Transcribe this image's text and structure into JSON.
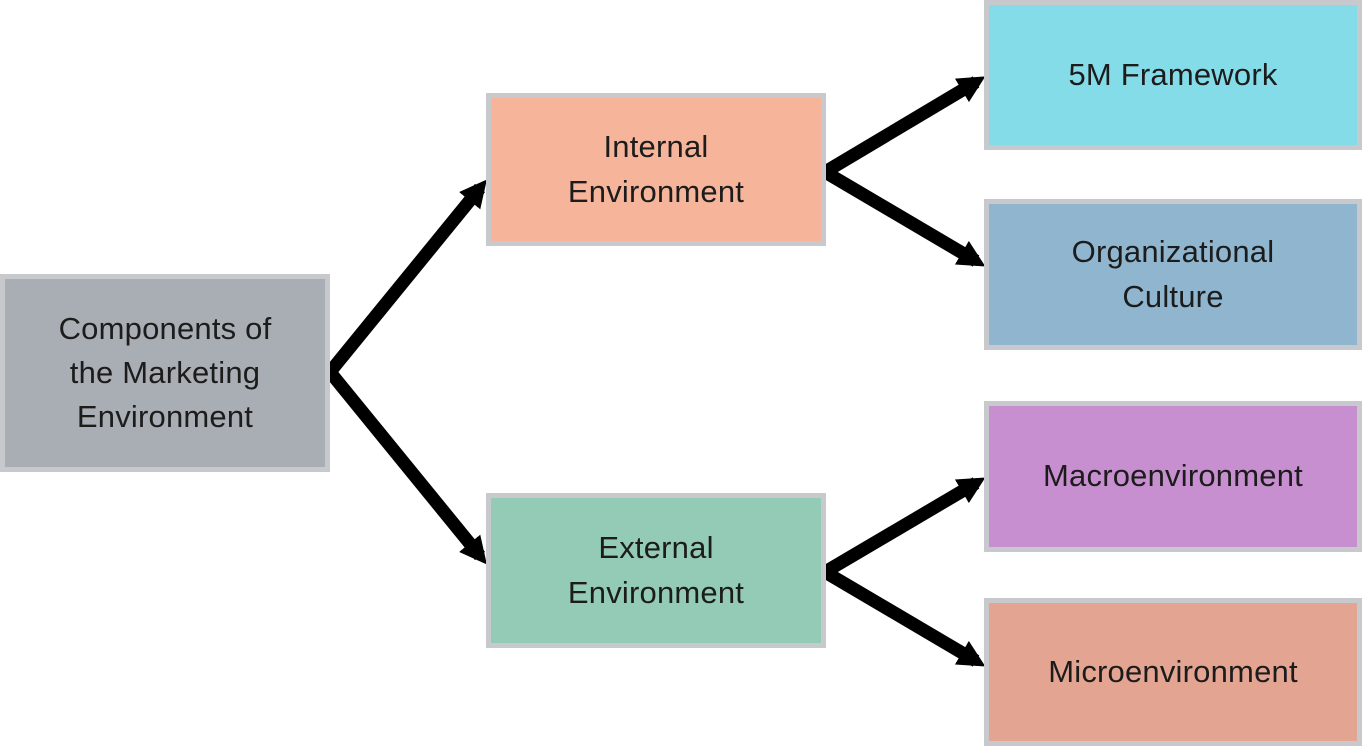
{
  "diagram": {
    "type": "tree",
    "orientation": "left-to-right",
    "nodes": {
      "root": {
        "label": "Components of\nthe Marketing\nEnvironment",
        "bg": "#A9AEB4"
      },
      "internal": {
        "label": "Internal\nEnvironment",
        "bg": "#F6B59B"
      },
      "external": {
        "label": "External\nEnvironment",
        "bg": "#93CBB6"
      },
      "five_m": {
        "label": "5M Framework",
        "bg": "#85DCE9"
      },
      "org_culture": {
        "label": "Organizational\nCulture",
        "bg": "#8FB5CF"
      },
      "macro": {
        "label": "Macroenvironment",
        "bg": "#C78FCF"
      },
      "micro": {
        "label": "Microenvironment",
        "bg": "#E4A492"
      }
    },
    "edges": [
      {
        "from": "root",
        "to": "internal"
      },
      {
        "from": "root",
        "to": "external"
      },
      {
        "from": "internal",
        "to": "five_m"
      },
      {
        "from": "internal",
        "to": "org_culture"
      },
      {
        "from": "external",
        "to": "macro"
      },
      {
        "from": "external",
        "to": "micro"
      }
    ]
  },
  "colors": {
    "arrow": "#000000",
    "text": "#1C1C1C",
    "node_border": "#C8C9CD",
    "background": "#FFFFFF"
  }
}
